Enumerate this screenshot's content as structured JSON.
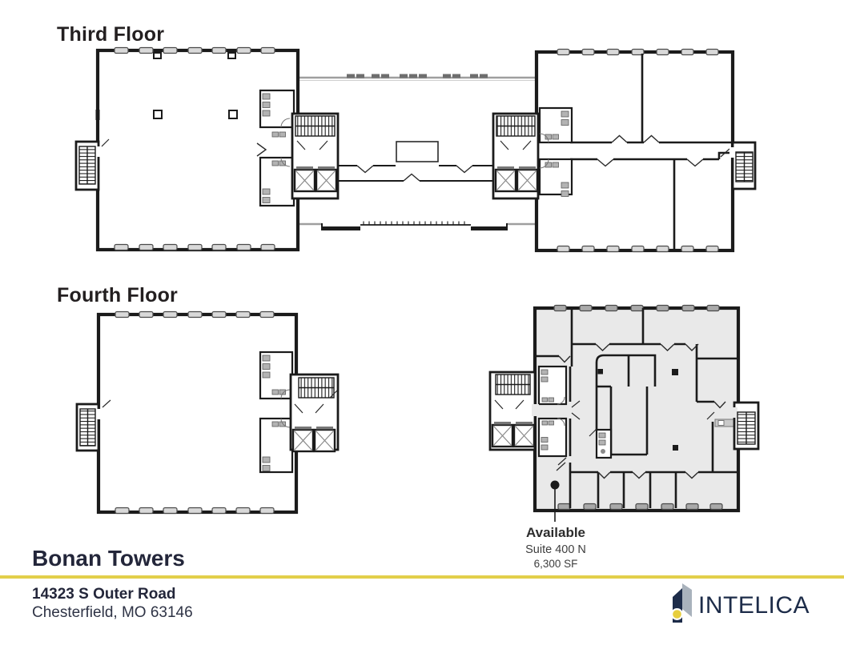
{
  "document": {
    "floors": [
      {
        "title": "Third Floor"
      },
      {
        "title": "Fourth Floor"
      }
    ],
    "callout": {
      "label": "Available",
      "suite": "Suite 400 N",
      "area": "6,300 SF"
    },
    "footer": {
      "building_name": "Bonan Towers",
      "address_line1": "14323 S Outer Road",
      "address_line2": "Chesterfield, MO 63146",
      "brand": "INTELICA"
    },
    "colors": {
      "wall": "#1b1b1b",
      "available_fill": "#e9e9e9",
      "accent_yellow": "#e2cf4a",
      "brand_navy": "#1d2c49",
      "logo_gray": "#a9b2bc",
      "logo_yellow": "#e7ce3d"
    },
    "icons": {
      "logo_icon": "intelica-building-icon",
      "marker": "location-dot"
    }
  }
}
